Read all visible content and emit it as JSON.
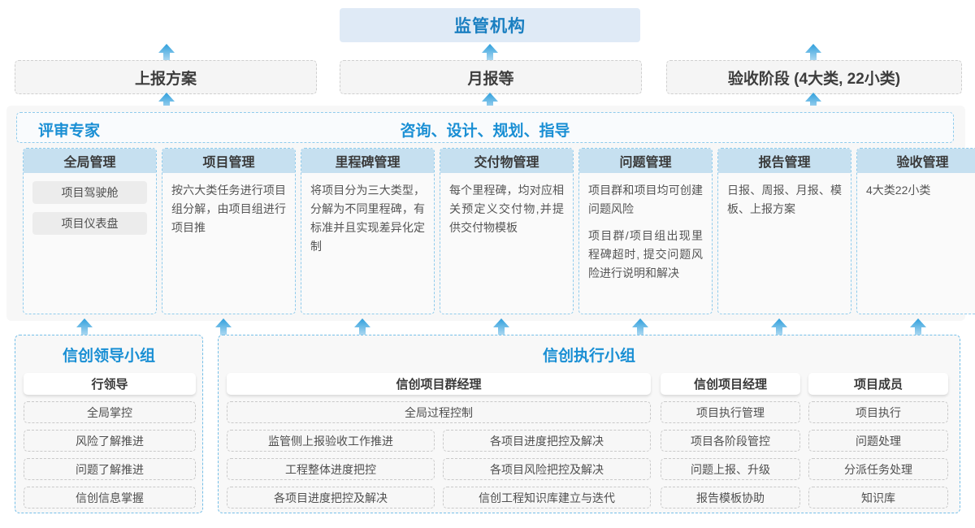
{
  "top": {
    "regulator": "监管机构",
    "reports": [
      "上报方案",
      "月报等",
      "验收阶段 (4大类, 22小类)"
    ]
  },
  "middle": {
    "header_left": "评审专家",
    "header_right": "咨询、设计、规划、指导",
    "columns": [
      {
        "title": "全局管理",
        "pills": [
          "项目驾驶舱",
          "项目仪表盘"
        ],
        "paragraphs": []
      },
      {
        "title": "项目管理",
        "pills": [],
        "paragraphs": [
          "按六大类任务进行项目组分解，由项目组进行项目推"
        ]
      },
      {
        "title": "里程碑管理",
        "pills": [],
        "paragraphs": [
          "将项目分为三大类型，分解为不同里程碑，有标准并且实现差异化定制"
        ]
      },
      {
        "title": "交付物管理",
        "pills": [],
        "paragraphs": [
          "每个里程碑，均对应相关预定义交付物,并提供交付物模板"
        ]
      },
      {
        "title": "问题管理",
        "pills": [],
        "paragraphs": [
          "项目群和项目均可创建问题风险",
          "项目群/项目组出现里程碑超时, 提交问题风险进行说明和解决"
        ]
      },
      {
        "title": "报告管理",
        "pills": [],
        "paragraphs": [
          "日报、周报、月报、模板、上报方案"
        ]
      },
      {
        "title": "验收管理",
        "pills": [],
        "paragraphs": [
          "4大类22小类"
        ]
      }
    ]
  },
  "bottom": {
    "leader_group": {
      "title": "信创领导小组",
      "role": "行领导",
      "items": [
        "全局掌控",
        "风险了解推进",
        "问题了解推进",
        "信创信息掌握"
      ]
    },
    "exec_group": {
      "title": "信创执行小组",
      "program_manager": {
        "role": "信创项目群经理",
        "full_item": "全局过程控制",
        "rows": [
          [
            "监管侧上报验收工作推进",
            "各项目进度把控及解决"
          ],
          [
            "工程整体进度把控",
            "各项目风险把控及解决"
          ],
          [
            "各项目进度把控及解决",
            "信创工程知识库建立与迭代"
          ]
        ]
      },
      "project_manager": {
        "role": "信创项目经理",
        "items": [
          "项目执行管理",
          "项目各阶段管控",
          "问题上报、升级",
          "报告模板协助"
        ]
      },
      "member": {
        "role": "项目成员",
        "items": [
          "项目执行",
          "问题处理",
          "分派任务处理",
          "知识库"
        ]
      }
    }
  },
  "colors": {
    "accent_blue": "#1a8fd4",
    "header_blue": "#c6e0f0",
    "regulator_bg": "#dfeaf6",
    "arrow_blue": "#2e9fdc"
  },
  "arrows": {
    "up_icon": "arrow-up"
  }
}
